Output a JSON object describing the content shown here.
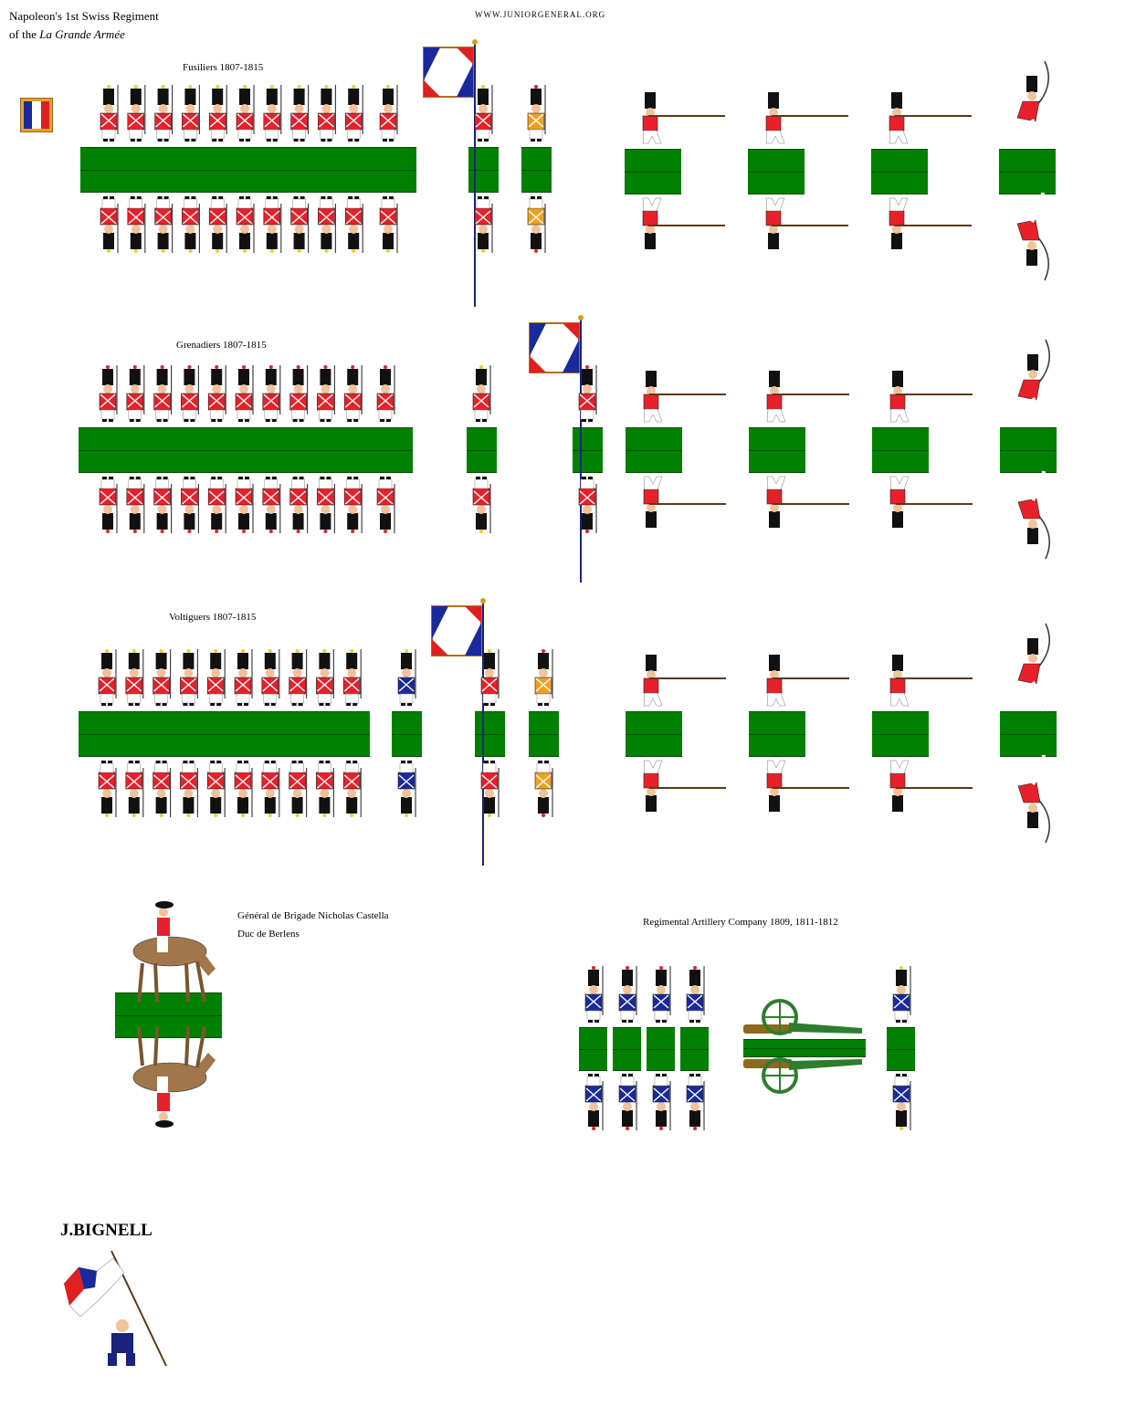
{
  "header": {
    "title_line1": "Napoleon's  1st Swiss Regiment",
    "title_line2_prefix": "of the ",
    "title_line2_italic": "La Grande Armée",
    "website": "WWW.JUNIORGENERAL.ORG"
  },
  "sections": [
    {
      "name": "Fusiliers 1807-1815"
    },
    {
      "name": "Grenadiers 1807-1815"
    },
    {
      "name": "Voltiguers 1807-1815"
    }
  ],
  "general": {
    "line1": "Général de Brigade Nicholas Castella",
    "line2": "Duc de Berlens"
  },
  "artillery": {
    "label": "Regimental Artillery Company 1809, 1811-1812"
  },
  "author": "J.BIGNELL",
  "colors": {
    "base_green": "#008000",
    "coat_red": "#e8202a",
    "facing_yellow": "#f0d020",
    "artillery_blue": "#1a2a9a",
    "cannon_green": "#2e7d2e"
  },
  "icons": [
    "soldier-figure",
    "drummer-figure",
    "flag-icon",
    "officer-figure",
    "firing-soldier-figure",
    "charging-officer-figure",
    "mounted-general-figure",
    "cannon-icon",
    "standard-bearer-logo"
  ]
}
